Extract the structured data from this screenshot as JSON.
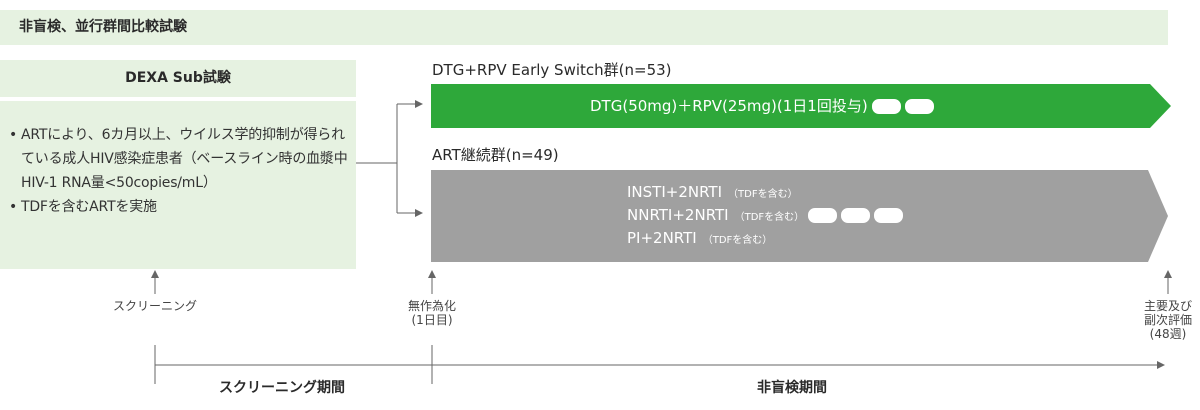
{
  "banner": {
    "title": "非盲検、並行群間比較試験"
  },
  "substudy": {
    "title": "DEXA Sub試験"
  },
  "criteria": [
    {
      "bullet": "•",
      "text": "ARTにより、6カ月以上、ウイルス学的抑制が得られている成人HIV感染症患者（ベースライン時の血漿中HIV-1 RNA量<50copies/mL）"
    },
    {
      "bullet": "•",
      "text": "TDFを含むARTを実施"
    }
  ],
  "arms": {
    "switch": {
      "label": "DTG+RPV Early Switch群(n=53)",
      "regimen": "DTG(50mg)＋RPV(25mg)(1日1回投与)",
      "tablets": 2,
      "color": "#2ea83a"
    },
    "continue": {
      "label": "ART継続群(n=49)",
      "regimens": [
        {
          "text": "INSTI+2NRTI",
          "note": "（TDFを含む）"
        },
        {
          "text": "NNRTI+2NRTI",
          "note": "（TDFを含む）"
        },
        {
          "text": "PI+2NRTI",
          "note": "（TDFを含む）"
        }
      ],
      "tablets": 3,
      "color": "#a0a0a0"
    }
  },
  "timeline": {
    "screening": "スクリーニング",
    "randomization_line1": "無作為化",
    "randomization_line2": "(1日目)",
    "endpoint_line1": "主要及び",
    "endpoint_line2": "副次評価",
    "endpoint_line3": "(48週)",
    "period_screening": "スクリーニング期間",
    "period_openlabel": "非盲検期間"
  },
  "colors": {
    "panel": "#e6f2e1",
    "arrow": "#666666"
  }
}
